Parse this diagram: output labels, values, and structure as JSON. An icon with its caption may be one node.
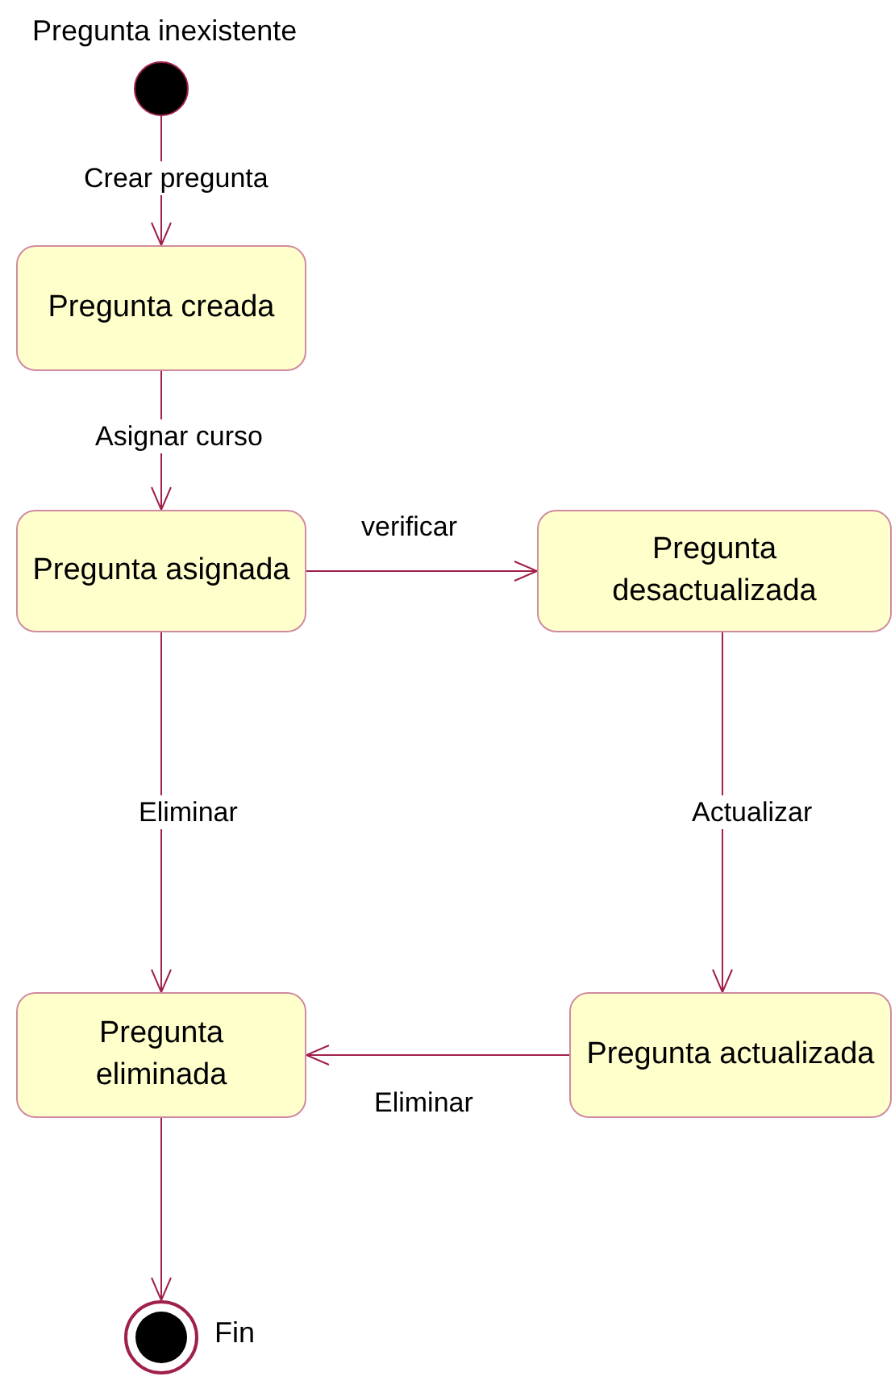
{
  "diagram": {
    "nodes": [
      {
        "text": [],
        "shape": "circle",
        "beside": [
          "Pregunta inexistente"
        ]
      },
      {
        "text": [
          "Pregunta creada"
        ]
      },
      {
        "text": [
          "Pregunta asignada"
        ]
      },
      {
        "text": [
          "Pregunta desactualizada"
        ]
      },
      {
        "text": [
          "Pregunta eliminada"
        ]
      },
      {
        "text": [
          "Pregunta actualizada"
        ]
      },
      {
        "text": [],
        "shape": "circle",
        "beside": [
          "Fin"
        ]
      }
    ],
    "edges": [
      {
        "from": 0,
        "to": 1,
        "arrow": "to",
        "label": "Crear pregunta"
      },
      {
        "from": 1,
        "to": 2,
        "arrow": "to",
        "label": "Asignar curso"
      },
      {
        "from": 2,
        "to": 3,
        "arrow": "to",
        "label": "verificar"
      },
      {
        "from": 2,
        "to": 4,
        "arrow": "to",
        "label": "Eliminar"
      },
      {
        "from": 3,
        "to": 5,
        "arrow": "to",
        "label": "Actualizar"
      },
      {
        "from": 5,
        "to": 4,
        "arrow": "to",
        "label": "Eliminar"
      },
      {
        "from": 4,
        "to": 6,
        "arrow": "to"
      }
    ]
  }
}
